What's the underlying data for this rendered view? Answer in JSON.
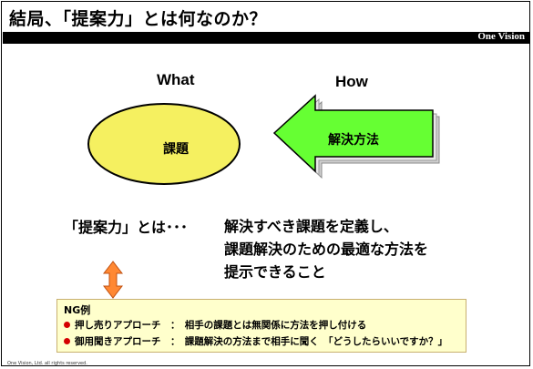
{
  "header": {
    "title": "結局、「提案力」とは何なのか？",
    "brand": "One Vision"
  },
  "diagram": {
    "what_label": "What",
    "how_label": "How",
    "ellipse_text": "課題",
    "arrow_text": "解決方法"
  },
  "definition": {
    "term": "「提案力」とは･･･",
    "line1": "解決すべき課題を定義し、",
    "line2": "課題解決のための最適な方法を",
    "line3": "提示できること"
  },
  "ng": {
    "title": "NG例",
    "item1": "押し売りアプローチ　：　相手の課題とは無関係に方法を押し付ける",
    "item2": "御用聞きアプローチ　：　課題解決の方法まで相手に聞く　「どうしたらいいですか？」"
  },
  "footer": {
    "copyright": "One Vision, Ltd. all rights reserved."
  },
  "colors": {
    "ellipse_fill": "#f5f060",
    "arrow_fill": "#66ff33",
    "double_arrow": "#ff8833",
    "ng_bullet": "#d40000",
    "ng_box": "#ffffcc"
  }
}
